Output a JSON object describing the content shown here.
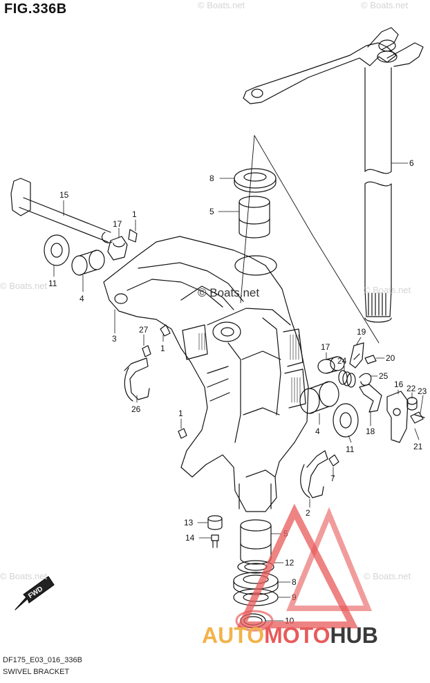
{
  "figure": {
    "title": "FIG.336B",
    "code": "DF175_E03_016_336B",
    "name": "SWIVEL BRACKET"
  },
  "watermark": {
    "text": "© Boats.net",
    "center_text": "© Boats.net"
  },
  "brand": {
    "part1": "AUTO",
    "part2": "MOTO",
    "part3": "HUB",
    "color1": "#f2b24a",
    "color2": "#e85a5a",
    "color3": "#3a3a3a"
  },
  "fwd": {
    "text": "FWD"
  },
  "callouts": [
    "15",
    "1",
    "17",
    "11",
    "4",
    "3",
    "27",
    "1",
    "26",
    "1",
    "8",
    "5",
    "6",
    "19",
    "20",
    "17",
    "24",
    "25",
    "16",
    "22",
    "23",
    "4",
    "11",
    "18",
    "21",
    "7",
    "2",
    "13",
    "14",
    "5",
    "12",
    "8",
    "9",
    "10"
  ]
}
